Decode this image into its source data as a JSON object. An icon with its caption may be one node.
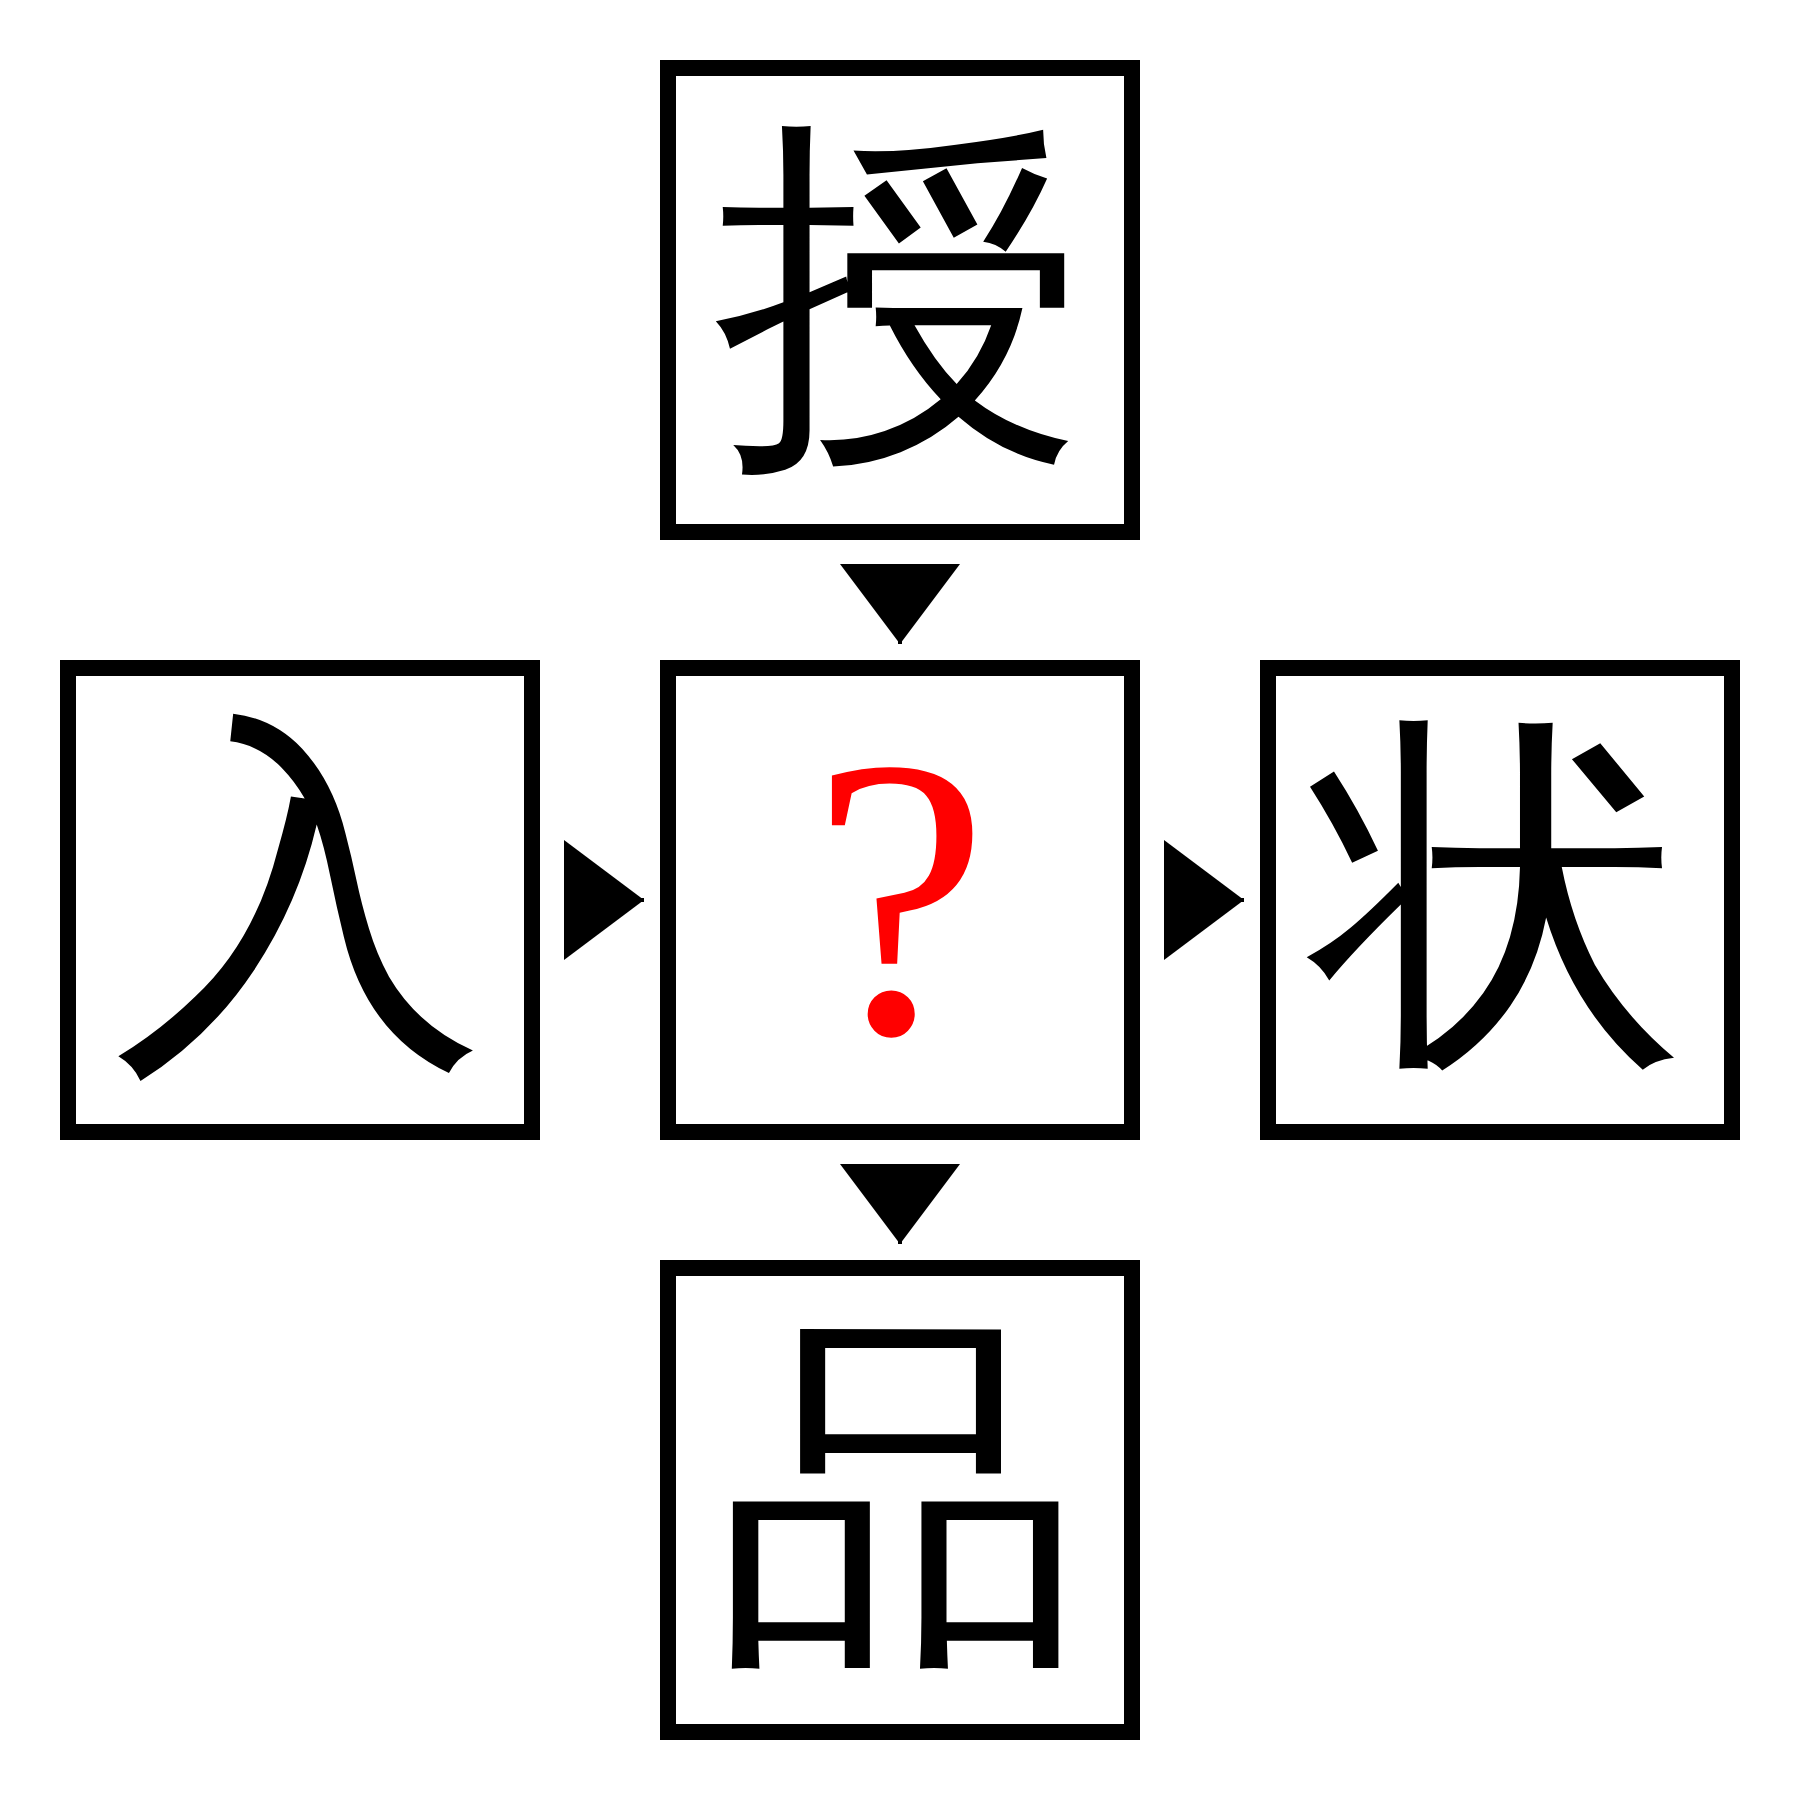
{
  "diagram": {
    "nodes": [
      {
        "text": [
          "授"
        ]
      },
      {
        "text": [
          "入"
        ]
      },
      {
        "text": [
          "?"
        ]
      },
      {
        "text": [
          "状"
        ]
      },
      {
        "text": [
          "品"
        ]
      }
    ],
    "edges": [
      {
        "from": 0,
        "to": 2,
        "arrow": "to"
      },
      {
        "from": 1,
        "to": 2,
        "arrow": "to"
      },
      {
        "from": 2,
        "to": 3,
        "arrow": "to"
      },
      {
        "from": 2,
        "to": 4,
        "arrow": "to"
      }
    ]
  }
}
